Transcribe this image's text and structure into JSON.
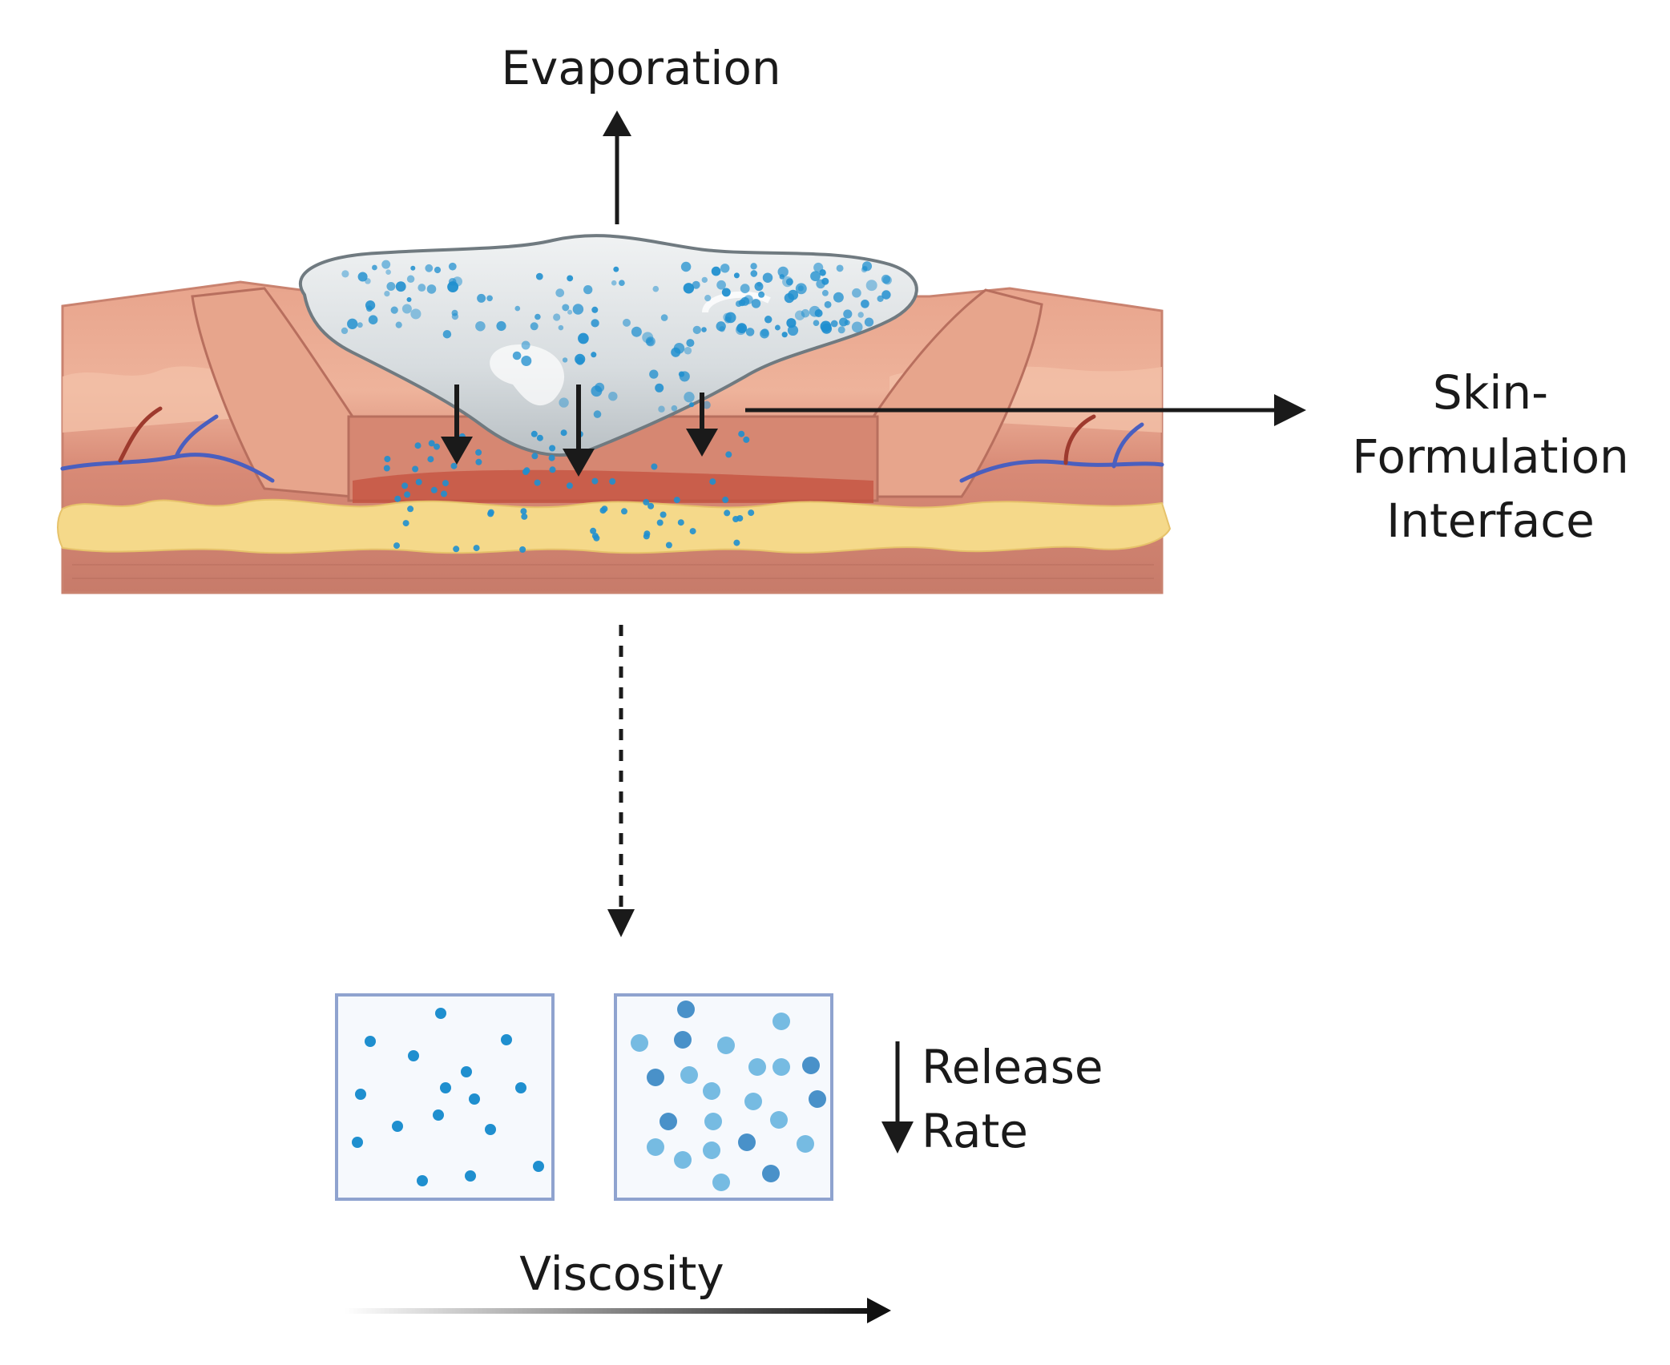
{
  "labels": {
    "evaporation": "Evaporation",
    "interface_line1": "Skin-",
    "interface_line2": "Formulation",
    "interface_line3": "Interface",
    "release_line1": "Release",
    "release_line2": "Rate",
    "viscosity": "Viscosity"
  },
  "colors": {
    "skin_outer": "#d98d7a",
    "skin_light": "#efb7a0",
    "dermis": "#c97a68",
    "fat": "#f5d98a",
    "vessel_blue": "#4a5fbf",
    "vessel_red": "#9e3a2e",
    "formulation_fill": "#dfe4e7",
    "particle_blue": "#1f8fcf",
    "box_border": "#8fa3cf",
    "box_fill": "#f6f9fd",
    "arrow": "#1a1a1a"
  }
}
